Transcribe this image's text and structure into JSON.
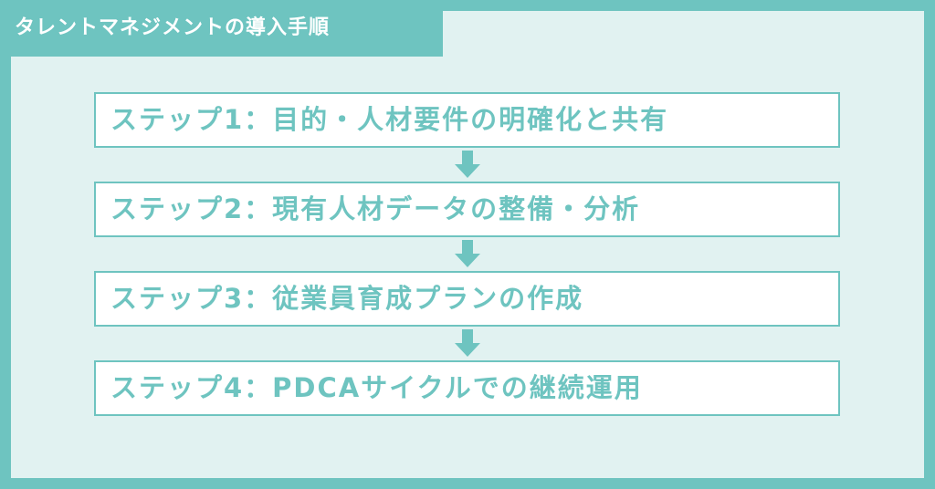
{
  "title": "タレントマネジメントの導入手順",
  "colors": {
    "accent": "#6ec4c0",
    "background": "#e1f2f1",
    "box_fill": "#ffffff",
    "title_text": "#ffffff"
  },
  "steps": [
    {
      "label": "ステップ1：目的・人材要件の明確化と共有"
    },
    {
      "label": "ステップ2：現有人材データの整備・分析"
    },
    {
      "label": "ステップ3：従業員育成プランの作成"
    },
    {
      "label": "ステップ4：PDCAサイクルでの継続運用"
    }
  ],
  "connector_icon": "down-arrow-icon"
}
